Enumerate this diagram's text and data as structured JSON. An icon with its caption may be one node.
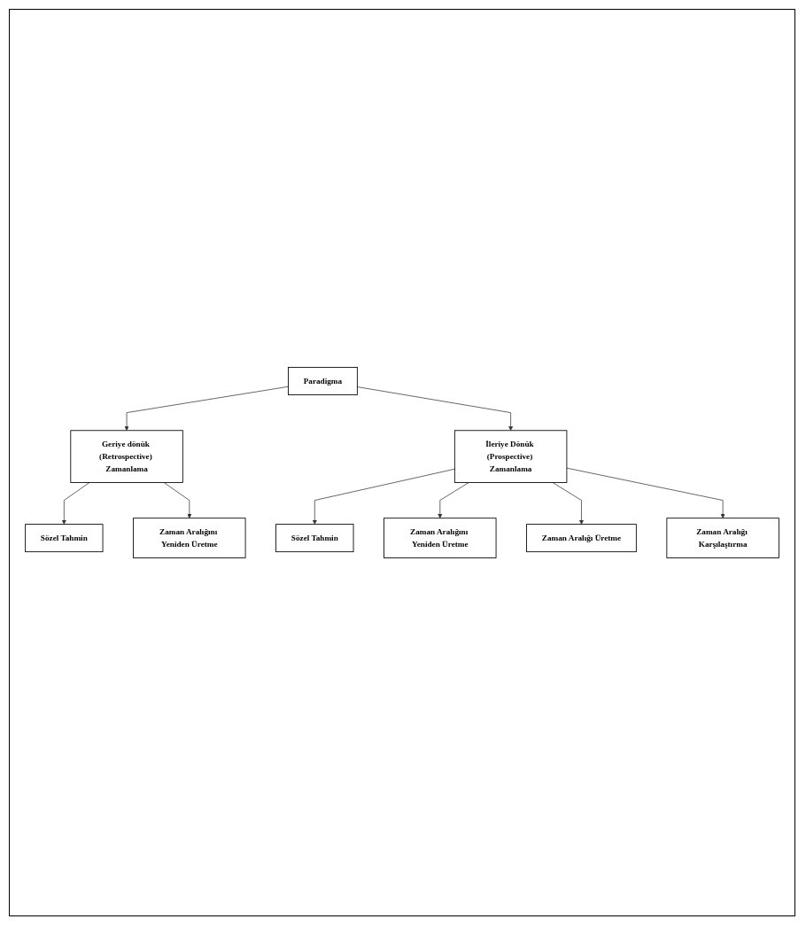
{
  "diagram": {
    "nodes": [
      {
        "text": [
          "Paradigma"
        ]
      },
      {
        "text": [
          "Geriye dönük (Retrospective) Zamanlama"
        ]
      },
      {
        "text": [
          "İleriye Dönük (Prospective) Zamanlama"
        ]
      },
      {
        "text": [
          "Sözel Tahmin"
        ]
      },
      {
        "text": [
          "Zaman Aralığını Yeniden Üretme"
        ]
      },
      {
        "text": [
          "Sözel Tahmin"
        ]
      },
      {
        "text": [
          "Zaman Aralığını Yeniden Üretme"
        ]
      },
      {
        "text": [
          "Zaman Aralığı Üretme"
        ]
      },
      {
        "text": [
          "Zaman Aralığı Karşılaştırma"
        ]
      }
    ],
    "edges": [
      {
        "from": 0,
        "to": 1,
        "arrow": "to"
      },
      {
        "from": 0,
        "to": 2,
        "arrow": "to"
      },
      {
        "from": 1,
        "to": 3,
        "arrow": "to"
      },
      {
        "from": 1,
        "to": 4,
        "arrow": "to"
      },
      {
        "from": 2,
        "to": 5,
        "arrow": "to"
      },
      {
        "from": 2,
        "to": 6,
        "arrow": "to"
      },
      {
        "from": 2,
        "to": 7,
        "arrow": "to"
      },
      {
        "from": 2,
        "to": 8,
        "arrow": "to"
      }
    ]
  }
}
